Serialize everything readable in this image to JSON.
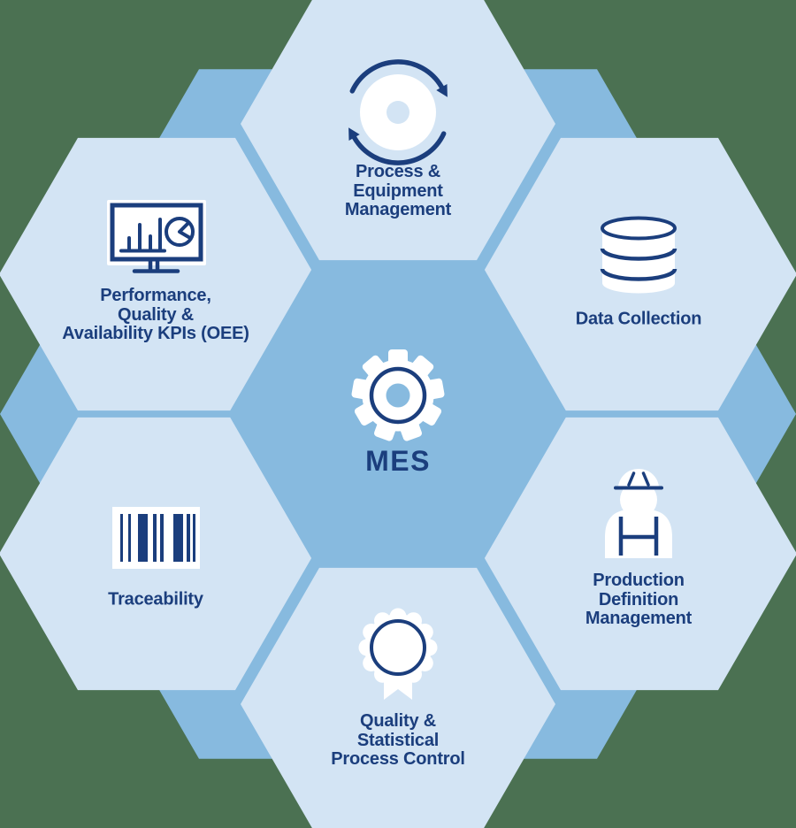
{
  "diagram": {
    "type": "hexagon-honeycomb",
    "center": {
      "label": "MES",
      "icon": "gear-icon"
    },
    "nodes": [
      {
        "id": "process-equipment-management",
        "position": "top",
        "label": "Process &\nEquipment\nManagement",
        "icon": "cycle-arrows-icon"
      },
      {
        "id": "data-collection",
        "position": "top-right",
        "label": "Data Collection",
        "icon": "database-icon"
      },
      {
        "id": "production-definition",
        "position": "bottom-right",
        "label": "Production\nDefinition\nManagement",
        "icon": "worker-hardhat-icon"
      },
      {
        "id": "quality-spc",
        "position": "bottom",
        "label": "Quality &\nStatistical\nProcess Control",
        "icon": "award-ribbon-icon"
      },
      {
        "id": "traceability",
        "position": "bottom-left",
        "label": "Traceability",
        "icon": "barcode-icon"
      },
      {
        "id": "performance-kpis",
        "position": "top-left",
        "label": "Performance,\nQuality &\nAvailability KPIs (OEE)",
        "icon": "monitor-chart-icon"
      }
    ],
    "colors": {
      "background": "#4B7152",
      "outer_hexagon": "#87BADF",
      "tile": "#D3E4F4",
      "center_tile": "#87BADF",
      "text_and_icons": "#1B3E7D",
      "icon_fill": "#FFFFFF"
    }
  }
}
